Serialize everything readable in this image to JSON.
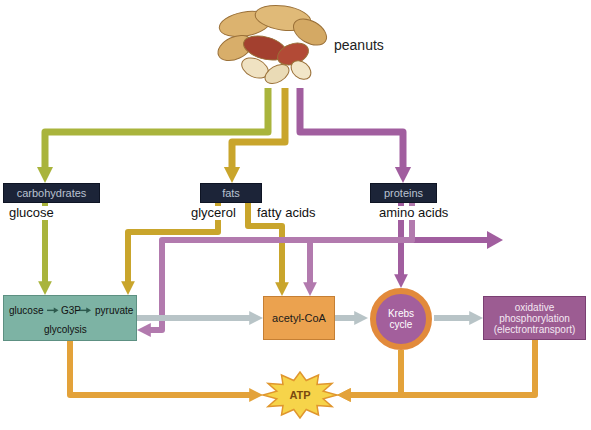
{
  "diagram": {
    "nodes": [
      {
        "text": [
          "peanuts"
        ]
      },
      {
        "text": [
          "carbohydrates"
        ]
      },
      {
        "text": [
          "fats"
        ]
      },
      {
        "text": [
          "proteins"
        ]
      },
      {
        "text": [
          "glucose",
          "G3P",
          "pyruvate",
          "glycolysis"
        ]
      },
      {
        "text": [
          "acetyl-CoA"
        ]
      },
      {
        "text": [
          "Krebs cycle"
        ]
      },
      {
        "text": [
          "oxidative phosphorylation (electrontransport)"
        ]
      },
      {
        "text": [
          "ATP"
        ]
      }
    ],
    "edges": [
      {
        "from": 0,
        "to": 1,
        "arrow": "to"
      },
      {
        "from": 0,
        "to": 2,
        "arrow": "to"
      },
      {
        "from": 0,
        "to": 3,
        "arrow": "to"
      },
      {
        "from": 1,
        "to": 4,
        "label": "glucose",
        "arrow": "to"
      },
      {
        "from": 2,
        "to": 4,
        "label": "glycerol",
        "arrow": "to"
      },
      {
        "from": 2,
        "to": 5,
        "label": "fatty acids",
        "arrow": "to"
      },
      {
        "from": 3,
        "to": 6,
        "label": "amino acids",
        "arrow": "to"
      },
      {
        "from": 3,
        "to": 5,
        "arrow": "to"
      },
      {
        "from": 3,
        "to": 4,
        "arrow": "to"
      },
      {
        "from": 4,
        "to": 5,
        "arrow": "to"
      },
      {
        "from": 5,
        "to": 6,
        "arrow": "to"
      },
      {
        "from": 6,
        "to": 7,
        "arrow": "to"
      },
      {
        "from": 4,
        "to": 8,
        "arrow": "to"
      },
      {
        "from": 6,
        "to": 8,
        "arrow": "to"
      },
      {
        "from": 7,
        "to": 8,
        "arrow": "to"
      }
    ]
  }
}
